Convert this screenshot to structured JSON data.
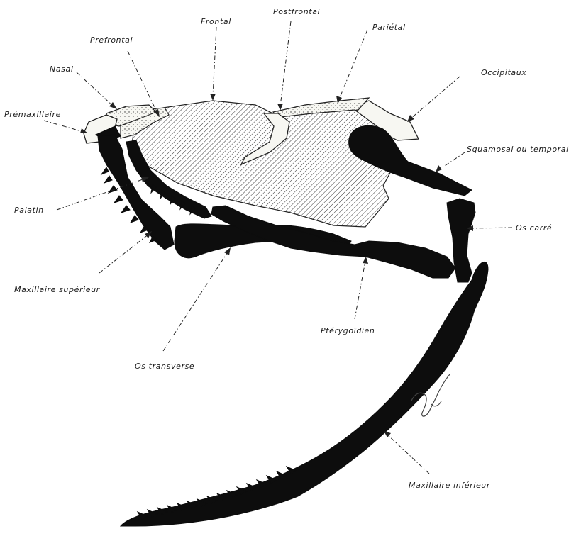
{
  "labels": {
    "postfrontal": "Postfrontal",
    "frontal": "Frontal",
    "parietal": "Pariétal",
    "prefrontal": "Prefrontal",
    "nasal": "Nasal",
    "occipitaux": "Occipitaux",
    "premaxillaire": "Prémaxillaire",
    "squamosal": "Squamosal ou temporal",
    "palatin": "Palatin",
    "os_carre": "Os carré",
    "maxillaire_superieur": "Maxillaire supérieur",
    "pterygoidien": "Ptérygoïdien",
    "os_transverse": "Os transverse",
    "maxillaire_inferieur": "Maxillaire inférieur"
  }
}
